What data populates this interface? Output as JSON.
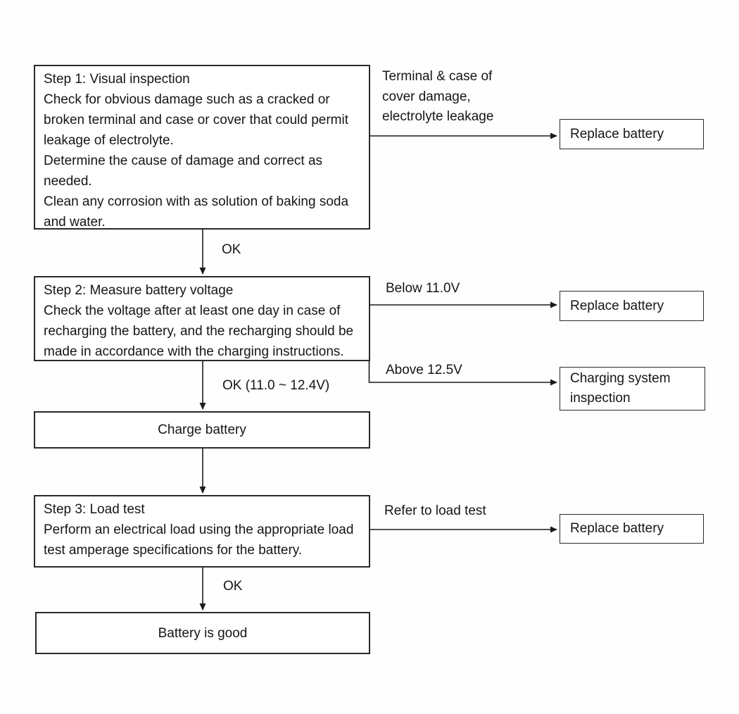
{
  "diagram": {
    "type": "flowchart",
    "subject": "Battery inspection and test procedure",
    "colors": {
      "background": "#fefefe",
      "line": "#1a1a1a",
      "text": "#161616",
      "box_fill": "#ffffff"
    },
    "nodes": {
      "step1": {
        "text": "Step 1: Visual inspection\nCheck for obvious damage such as a cracked or\nbroken terminal and case or cover that could permit\nleakage of electrolyte.\nDetermine the cause of damage and correct as\nneeded.\nClean any corrosion with as solution of baking soda\nand water."
      },
      "step2": {
        "text": "Step 2: Measure battery voltage\nCheck the voltage after at least one day in case of\nrecharging the battery, and the recharging should be\nmade in accordance with the charging instructions."
      },
      "charge_battery": {
        "text": "Charge battery"
      },
      "step3": {
        "text": "Step 3: Load test\nPerform an electrical load using the appropriate load\ntest amperage specifications for the battery."
      },
      "battery_good": {
        "text": "Battery is good"
      },
      "replace_battery_1": {
        "text": "Replace battery"
      },
      "replace_battery_2": {
        "text": "Replace battery"
      },
      "charging_system": {
        "text": "Charging system\ninspection"
      },
      "replace_battery_3": {
        "text": "Replace battery"
      }
    },
    "edge_labels": {
      "terminal_damage": "Terminal & case of\ncover damage,\nelectrolyte leakage",
      "ok_1": "OK",
      "below_voltage": "Below 11.0V",
      "above_voltage": "Above 12.5V",
      "ok_range": "OK (11.0 ~ 12.4V)",
      "refer_load_test": "Refer to load test",
      "ok_2": "OK"
    }
  }
}
